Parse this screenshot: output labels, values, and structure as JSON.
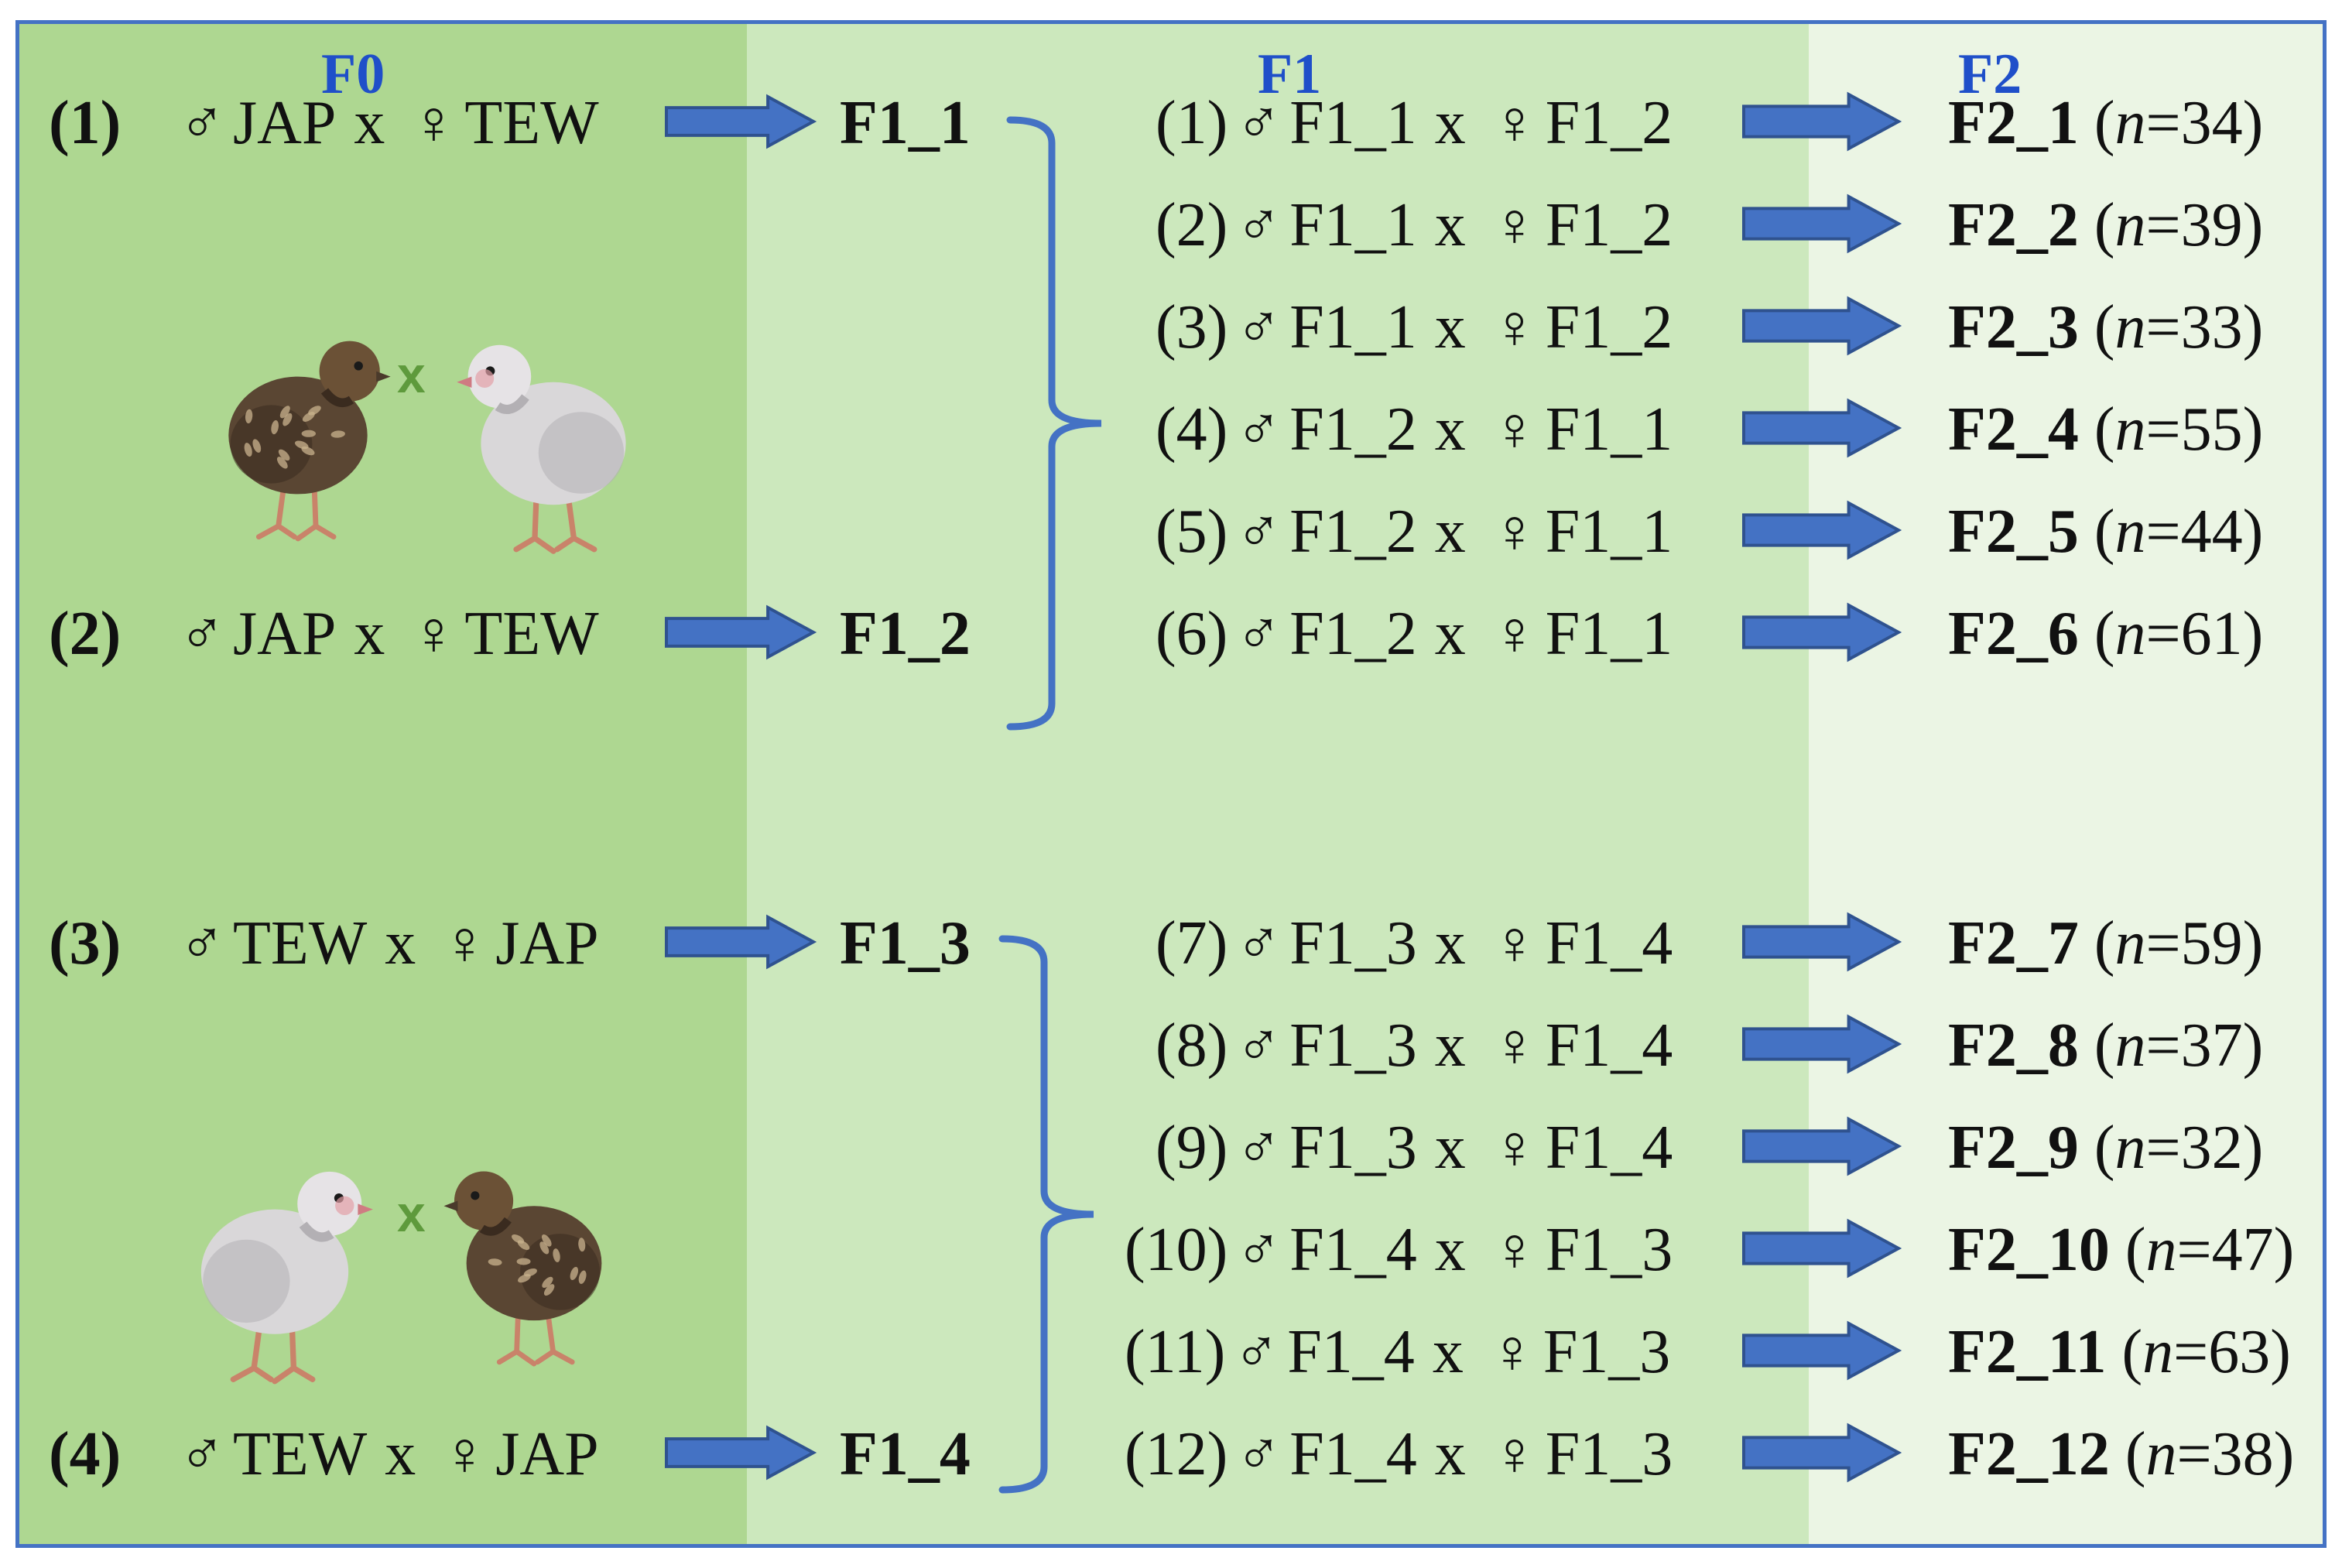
{
  "headers": {
    "f0": "F0",
    "f1": "F1",
    "f2": "F2"
  },
  "symbols": {
    "male": "♂",
    "female": "♀",
    "cross": "x"
  },
  "colors": {
    "f0_background": "#aed791",
    "f1_background": "#cce8bd",
    "f2_background": "#ebf5e4",
    "header": "#1f4fc9",
    "arrow": "#4472c4",
    "brace": "#4472c4",
    "cross_mark": "#5e9a3c"
  },
  "f0_crosses": [
    {
      "num": "(1)",
      "male": "JAP",
      "female": "TEW",
      "result": "F1_1"
    },
    {
      "num": "(2)",
      "male": "JAP",
      "female": "TEW",
      "result": "F1_2"
    },
    {
      "num": "(3)",
      "male": "TEW",
      "female": "JAP",
      "result": "F1_3"
    },
    {
      "num": "(4)",
      "male": "TEW",
      "female": "JAP",
      "result": "F1_4"
    }
  ],
  "f1_crosses": [
    {
      "num": "(1)",
      "male": "F1_1",
      "female": "F1_2",
      "family": "F2_1",
      "n_label": "n",
      "n_value": "=34"
    },
    {
      "num": "(2)",
      "male": "F1_1",
      "female": "F1_2",
      "family": "F2_2",
      "n_label": "n",
      "n_value": "=39"
    },
    {
      "num": "(3)",
      "male": "F1_1",
      "female": "F1_2",
      "family": "F2_3",
      "n_label": "n",
      "n_value": "=33"
    },
    {
      "num": "(4)",
      "male": "F1_2",
      "female": "F1_1",
      "family": "F2_4",
      "n_label": "n",
      "n_value": "=55"
    },
    {
      "num": "(5)",
      "male": "F1_2",
      "female": "F1_1",
      "family": "F2_5",
      "n_label": "n",
      "n_value": "=44"
    },
    {
      "num": "(6)",
      "male": "F1_2",
      "female": "F1_1",
      "family": "F2_6",
      "n_label": "n",
      "n_value": "=61"
    },
    {
      "num": "(7)",
      "male": "F1_3",
      "female": "F1_4",
      "family": "F2_7",
      "n_label": "n",
      "n_value": "=59"
    },
    {
      "num": "(8)",
      "male": "F1_3",
      "female": "F1_4",
      "family": "F2_8",
      "n_label": "n",
      "n_value": "=37"
    },
    {
      "num": "(9)",
      "male": "F1_3",
      "female": "F1_4",
      "family": "F2_9",
      "n_label": "n",
      "n_value": "=32"
    },
    {
      "num": "(10)",
      "male": "F1_4",
      "female": "F1_3",
      "family": "F2_10",
      "n_label": "n",
      "n_value": "=47"
    },
    {
      "num": "(11)",
      "male": "F1_4",
      "female": "F1_3",
      "family": "F2_11",
      "n_label": "n",
      "n_value": "=63"
    },
    {
      "num": "(12)",
      "male": "F1_4",
      "female": "F1_3",
      "family": "F2_12",
      "n_label": "n",
      "n_value": "=38"
    }
  ],
  "bird_images": [
    {
      "pair": 1,
      "left": "quail-brown",
      "right": "quail-white"
    },
    {
      "pair": 2,
      "left": "quail-white",
      "right": "quail-brown"
    }
  ]
}
